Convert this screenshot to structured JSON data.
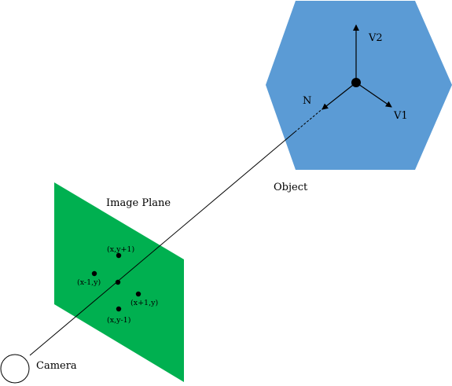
{
  "labels": {
    "object": "Object",
    "image_plane": "Image Plane",
    "camera": "Camera"
  },
  "vectors": {
    "v1": "V1",
    "v2": "V2",
    "n": "N"
  },
  "pixels": {
    "up": "(x,y+1)",
    "left": "(x-1,y)",
    "right": "(x+1,y)",
    "down": "(x,y-1)"
  },
  "colors": {
    "object_fill": "#5b9bd5",
    "plane_fill": "#00b050",
    "ink": "#000000"
  }
}
